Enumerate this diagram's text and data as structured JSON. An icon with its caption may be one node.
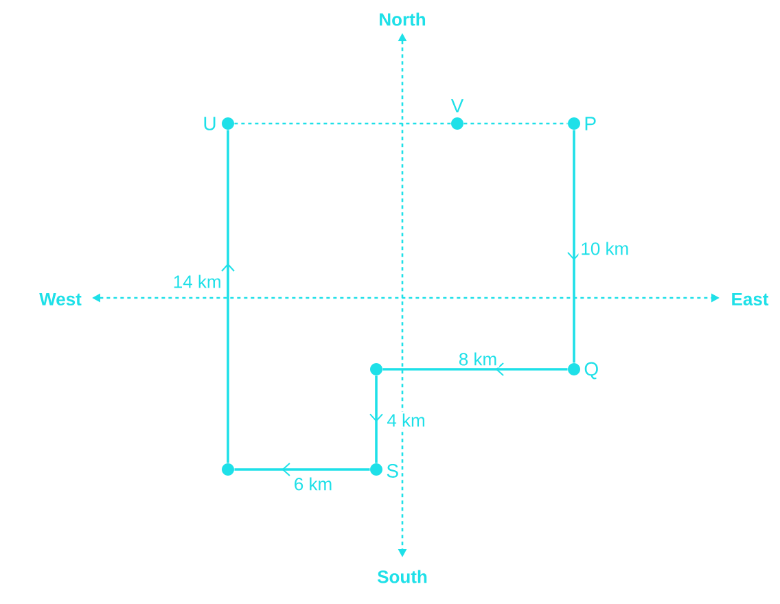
{
  "diagram": {
    "nodes": [
      {
        "text": [],
        "shape": "circle",
        "beside": [
          "U"
        ]
      },
      {
        "text": [],
        "shape": "circle",
        "beside": [
          "V"
        ]
      },
      {
        "text": [],
        "shape": "circle",
        "beside": [
          "P"
        ]
      },
      {
        "text": [],
        "shape": "circle"
      },
      {
        "text": [],
        "shape": "circle",
        "beside": [
          "Q"
        ]
      },
      {
        "text": [],
        "shape": "circle"
      },
      {
        "text": [],
        "shape": "circle",
        "beside": [
          "S"
        ]
      }
    ],
    "edges": [
      {
        "from": 2,
        "to": 4,
        "arrow": "to",
        "label": "10 km"
      },
      {
        "from": 4,
        "to": 3,
        "arrow": "to",
        "label": "8 km"
      },
      {
        "from": 3,
        "to": 6,
        "arrow": "to",
        "label": "4 km"
      },
      {
        "from": 6,
        "to": 5,
        "arrow": "to",
        "label": "6 km"
      },
      {
        "from": 5,
        "to": 0,
        "arrow": "to",
        "label": "14 km"
      },
      {
        "from": 0,
        "to": 1,
        "arrow": "none",
        "style": "dashed"
      },
      {
        "from": 1,
        "to": 2,
        "arrow": "none",
        "style": "dashed"
      }
    ],
    "labels": [
      "North",
      "West",
      "East",
      "South"
    ]
  }
}
